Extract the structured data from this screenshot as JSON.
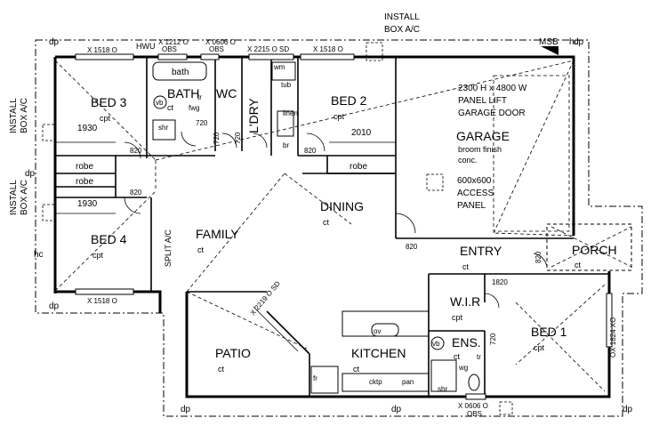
{
  "rooms": {
    "bed3": "BED 3",
    "bed2": "BED 2",
    "bed4": "BED 4",
    "bed1": "BED 1",
    "garage": "GARAGE",
    "family": "FAMILY",
    "dining": "DINING",
    "entry": "ENTRY",
    "porch": "PORCH",
    "patio": "PATIO",
    "kitchen": "KITCHEN",
    "bath": "BATH",
    "wc": "WC",
    "ldry": "L'DRY",
    "wir": "W.I.R",
    "ens": "ENS."
  },
  "finishes": {
    "cpt": "cpt",
    "ct": "ct",
    "broom": "broom finish",
    "conc": "conc."
  },
  "fixtures": {
    "bath": "bath",
    "vb": "vb",
    "shr": "shr",
    "tr": "tr",
    "fwg": "fwg",
    "wg": "wg",
    "wm": "wm",
    "tub": "tub",
    "linen": "linen",
    "br": "br",
    "robe": "robe",
    "fr": "fr",
    "ov": "ov",
    "cktp": "cktp",
    "pan": "pan",
    "dp": "dp",
    "hc": "hc",
    "msb": "MSB",
    "hwu": "HWU"
  },
  "notes": {
    "install": "INSTALL",
    "box_ac": "BOX A/C",
    "garage_door_1": "2300 H x 4800 W",
    "garage_door_2": "PANEL LIFT",
    "garage_door_3": "GARAGE DOOR",
    "access_1": "600x600",
    "access_2": "ACCESS",
    "access_3": "PANEL",
    "split_ac": "SPLIT A/C",
    "sd": "X 2219 O SD",
    "obs": "OBS"
  },
  "dimensions": {
    "d1518": "X 1518 O",
    "d1212": "X 1212 O",
    "d0606": "X 0606 O",
    "d2215": "X 2215 O SD",
    "d1930": "1930",
    "d2010": "2010",
    "d820": "820",
    "d720": "720",
    "d1820": "1820",
    "d1824": "OX 1824 XO"
  }
}
